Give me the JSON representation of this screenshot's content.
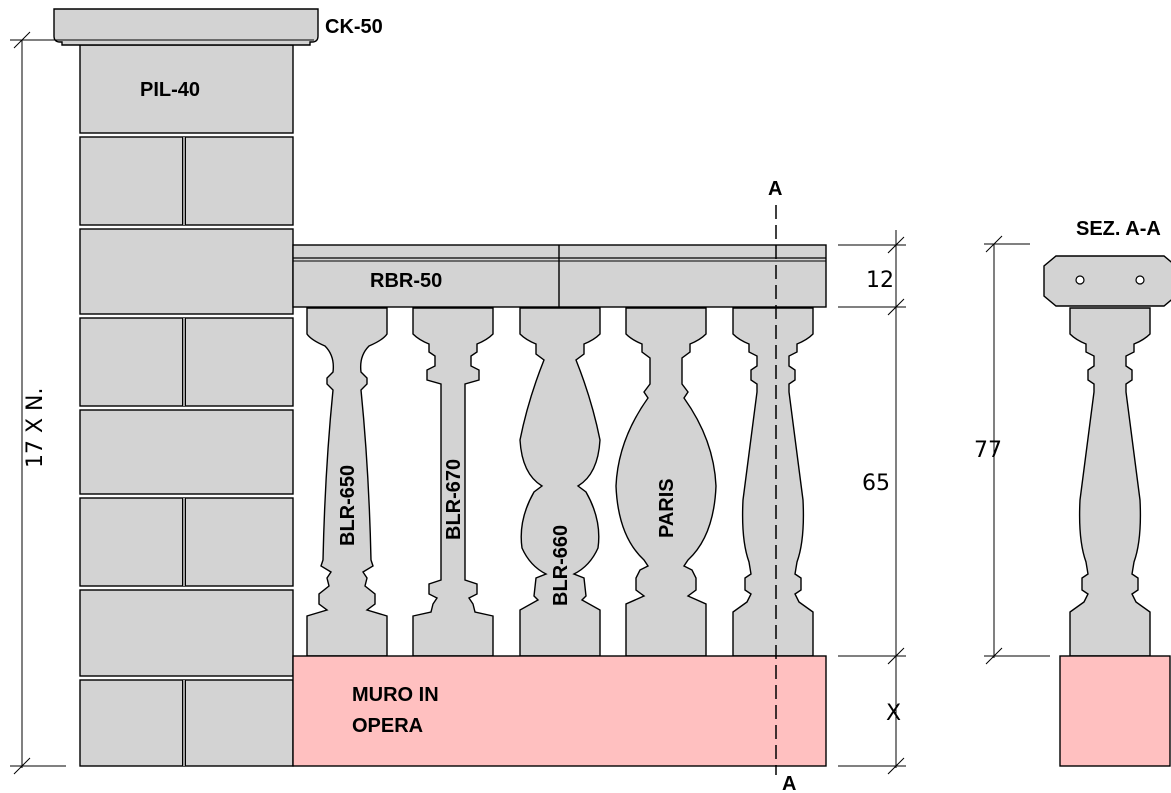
{
  "labels": {
    "capital": "CK-50",
    "pillar": "PIL-40",
    "handrail": "RBR-50",
    "baluster_1": "BLR-650",
    "baluster_2": "BLR-670",
    "baluster_3": "BLR-660",
    "baluster_4": "PARIS",
    "wall_line1": "MURO IN",
    "wall_line2": "OPERA",
    "section_title": "SEZ. A-A",
    "section_mark_top": "A",
    "section_mark_bottom": "A"
  },
  "dimensions": {
    "pillar_height": "17 X N.",
    "handrail_height": "12",
    "baluster_height": "65",
    "section_height": "77",
    "wall_height": "X"
  },
  "colors": {
    "stone": "#d3d3d3",
    "wall": "#ffc0c0",
    "line": "#000000"
  }
}
